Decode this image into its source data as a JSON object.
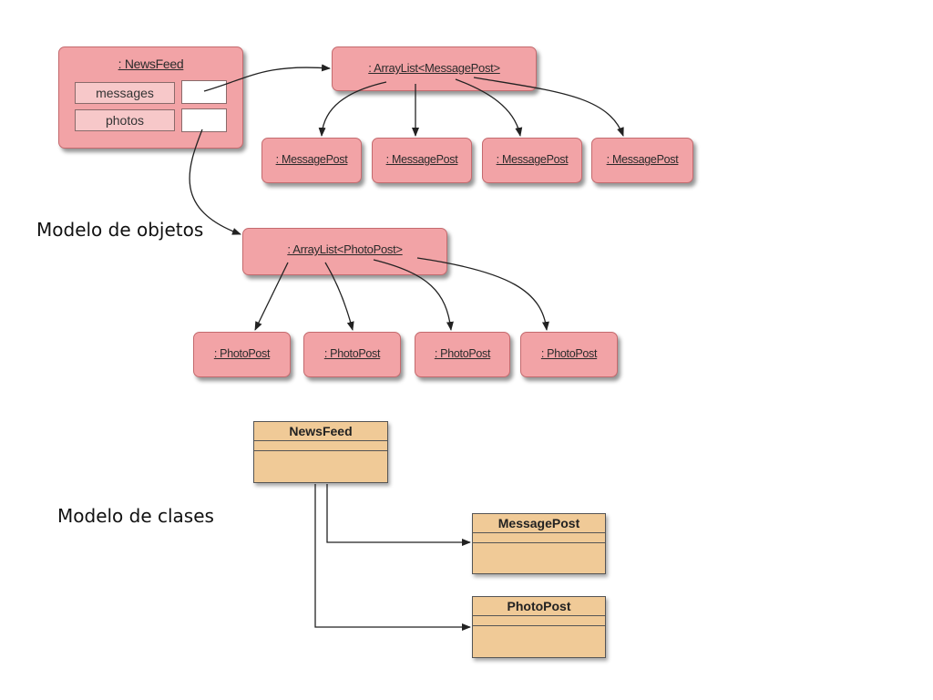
{
  "labels": {
    "object_model": "Modelo de objetos",
    "class_model": "Modelo de clases"
  },
  "object_diagram": {
    "newsfeed": {
      "name": ": NewsFeed",
      "fields": [
        "messages",
        "photos"
      ]
    },
    "message_list": ": ArrayList<MessagePost>",
    "message_posts": [
      ": MessagePost",
      ": MessagePost",
      ": MessagePost",
      ": MessagePost"
    ],
    "photo_list": ": ArrayList<PhotoPost>",
    "photo_posts": [
      ": PhotoPost",
      ": PhotoPost",
      ": PhotoPost",
      ": PhotoPost"
    ]
  },
  "class_diagram": {
    "newsfeed": "NewsFeed",
    "messagepost": "MessagePost",
    "photopost": "PhotoPost"
  },
  "colors": {
    "object_fill": "#f2a3a6",
    "class_fill": "#f0ca97",
    "line": "#222222"
  }
}
